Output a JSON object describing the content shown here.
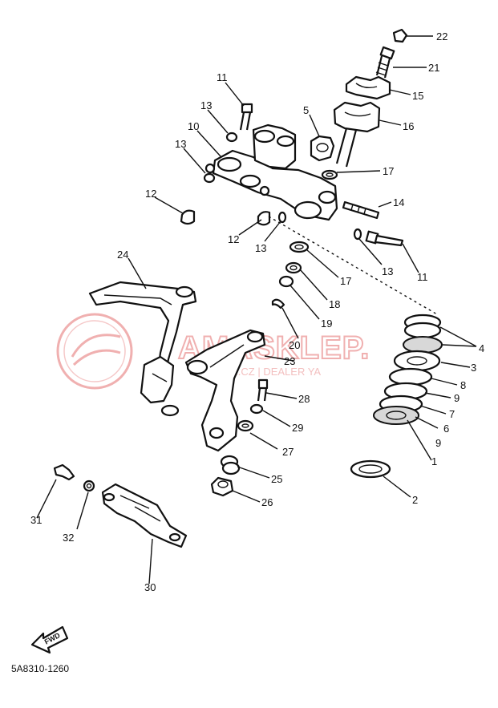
{
  "diagram": {
    "callouts": [
      {
        "id": "c22",
        "text": "22"
      },
      {
        "id": "c21",
        "text": "21"
      },
      {
        "id": "c15",
        "text": "15"
      },
      {
        "id": "c16",
        "text": "16"
      },
      {
        "id": "c11a",
        "text": "11"
      },
      {
        "id": "c13a",
        "text": "13"
      },
      {
        "id": "c5",
        "text": "5"
      },
      {
        "id": "c10",
        "text": "10"
      },
      {
        "id": "c13b",
        "text": "13"
      },
      {
        "id": "c17a",
        "text": "17"
      },
      {
        "id": "c12a",
        "text": "12"
      },
      {
        "id": "c14",
        "text": "14"
      },
      {
        "id": "c12b",
        "text": "12"
      },
      {
        "id": "c13c",
        "text": "13"
      },
      {
        "id": "c13d",
        "text": "13"
      },
      {
        "id": "c11b",
        "text": "11"
      },
      {
        "id": "c24",
        "text": "24"
      },
      {
        "id": "c17b",
        "text": "17"
      },
      {
        "id": "c18",
        "text": "18"
      },
      {
        "id": "c19",
        "text": "19"
      },
      {
        "id": "c20",
        "text": "20"
      },
      {
        "id": "c4",
        "text": "4"
      },
      {
        "id": "c23",
        "text": "23"
      },
      {
        "id": "c3",
        "text": "3"
      },
      {
        "id": "c8",
        "text": "8"
      },
      {
        "id": "c9a",
        "text": "9"
      },
      {
        "id": "c28",
        "text": "28"
      },
      {
        "id": "c7",
        "text": "7"
      },
      {
        "id": "c29",
        "text": "29"
      },
      {
        "id": "c6",
        "text": "6"
      },
      {
        "id": "c9b",
        "text": "9"
      },
      {
        "id": "c27",
        "text": "27"
      },
      {
        "id": "c1",
        "text": "1"
      },
      {
        "id": "c25",
        "text": "25"
      },
      {
        "id": "c2",
        "text": "2"
      },
      {
        "id": "c26",
        "text": "26"
      },
      {
        "id": "c31",
        "text": "31"
      },
      {
        "id": "c32",
        "text": "32"
      },
      {
        "id": "c30",
        "text": "30"
      }
    ],
    "watermark": {
      "main": "AMASKLEP.",
      "sub": "CH.CZ | DEALER YA"
    },
    "forward_label": "FWD",
    "drawing_code": "5A8310-1260"
  },
  "colors": {
    "ink": "#111111",
    "watermark": "#f0b0b0"
  }
}
